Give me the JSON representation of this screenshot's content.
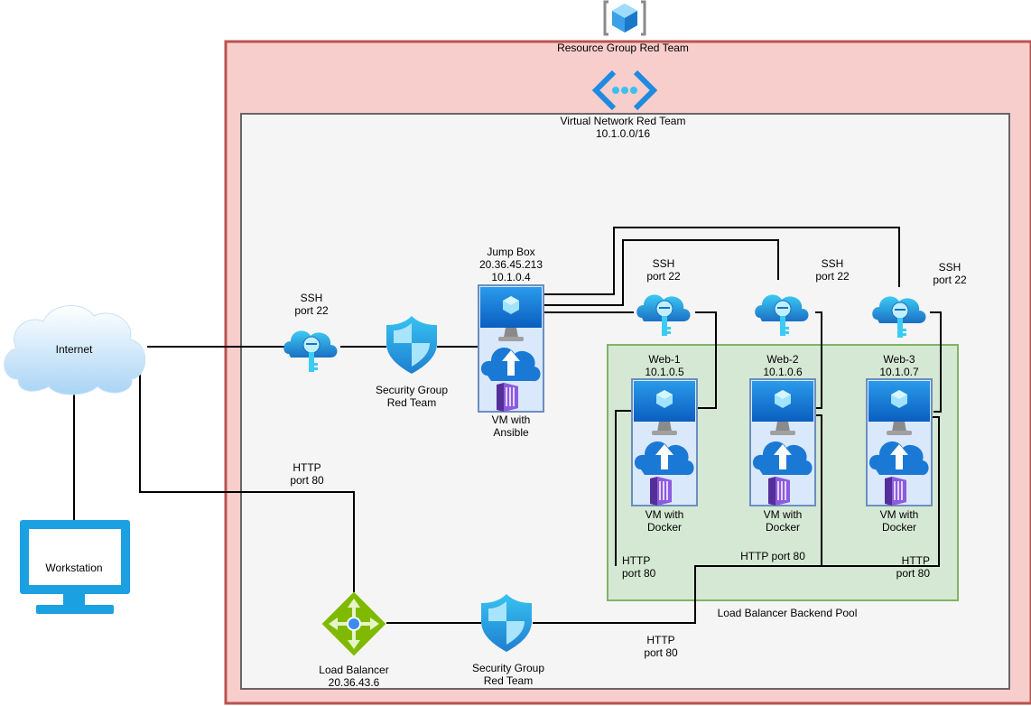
{
  "resource_group": {
    "label": "Resource Group Red Team"
  },
  "vnet": {
    "line1": "Virtual Network Red Team",
    "line2": "10.1.0.0/16"
  },
  "internet": {
    "label": "Internet"
  },
  "workstation": {
    "label": "Workstation"
  },
  "ssh_in": {
    "line1": "SSH",
    "line2": "port 22"
  },
  "sg_top": {
    "line1": "Security Group",
    "line2": "Red Team"
  },
  "jump_box": {
    "line1": "Jump Box",
    "line2": "20.36.45.213",
    "line3": "10.1.0.4",
    "caption1": "VM with",
    "caption2": "Ansible"
  },
  "ssh_web1": {
    "line1": "SSH",
    "line2": "port 22"
  },
  "ssh_web2": {
    "line1": "SSH",
    "line2": "port 22"
  },
  "ssh_web3": {
    "line1": "SSH",
    "line2": "port 22"
  },
  "web1": {
    "line1": "Web-1",
    "line2": "10.1.0.5",
    "caption1": "VM with",
    "caption2": "Docker"
  },
  "web2": {
    "line1": "Web-2",
    "line2": "10.1.0.6",
    "caption1": "VM with",
    "caption2": "Docker"
  },
  "web3": {
    "line1": "Web-3",
    "line2": "10.1.0.7",
    "caption1": "VM with",
    "caption2": "Docker"
  },
  "http_web1": {
    "line1": "HTTP",
    "line2": "port 80"
  },
  "http_web2": {
    "line1": "HTTP port 80"
  },
  "http_web3": {
    "line1": "HTTP",
    "line2": "port 80"
  },
  "http_internet": {
    "line1": "HTTP",
    "line2": "port 80"
  },
  "http_lb": {
    "line1": "HTTP",
    "line2": "port 80"
  },
  "backend_pool": {
    "label": "Load Balancer Backend Pool"
  },
  "load_balancer": {
    "line1": "Load Balancer",
    "line2": "20.36.43.6"
  },
  "sg_bottom": {
    "line1": "Security Group",
    "line2": "Red Team"
  },
  "colors": {
    "resource_group_fill": "#f8cecc",
    "resource_group_border": "#b85450",
    "vnet_fill": "#f5f5f5",
    "vnet_border": "#666666",
    "pool_fill": "#d5e8d4",
    "pool_border": "#82b366",
    "azure_blue": "#0078d4",
    "light_blue": "#50e6ff",
    "docker_purple": "#773adc",
    "lb_green": "#7fba00",
    "monitor_blue": "#1ba1e2"
  }
}
